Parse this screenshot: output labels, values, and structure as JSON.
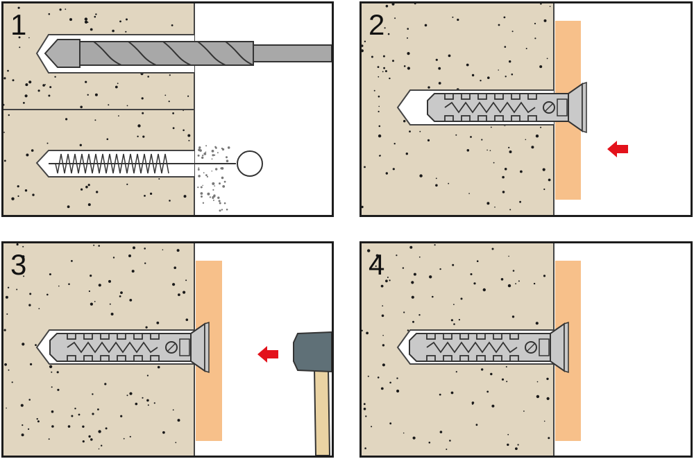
{
  "colors": {
    "concrete": "#e1d6c0",
    "speckle": "#1a1a1a",
    "board": "#f7c08a",
    "metal": "#a8a8a8",
    "anchor": "#c9c9c9",
    "outline": "#333333",
    "arrow": "#e3121b",
    "hammer_head": "#5f7077",
    "hammer_handle": "#ead3a3"
  },
  "icons": [
    "drill-bit-icon",
    "blow-pump-icon",
    "frame-anchor-icon",
    "hammer-icon",
    "arrow-left-icon"
  ],
  "steps": [
    {
      "number": "1"
    },
    {
      "number": "2"
    },
    {
      "number": "3"
    },
    {
      "number": "4"
    }
  ]
}
